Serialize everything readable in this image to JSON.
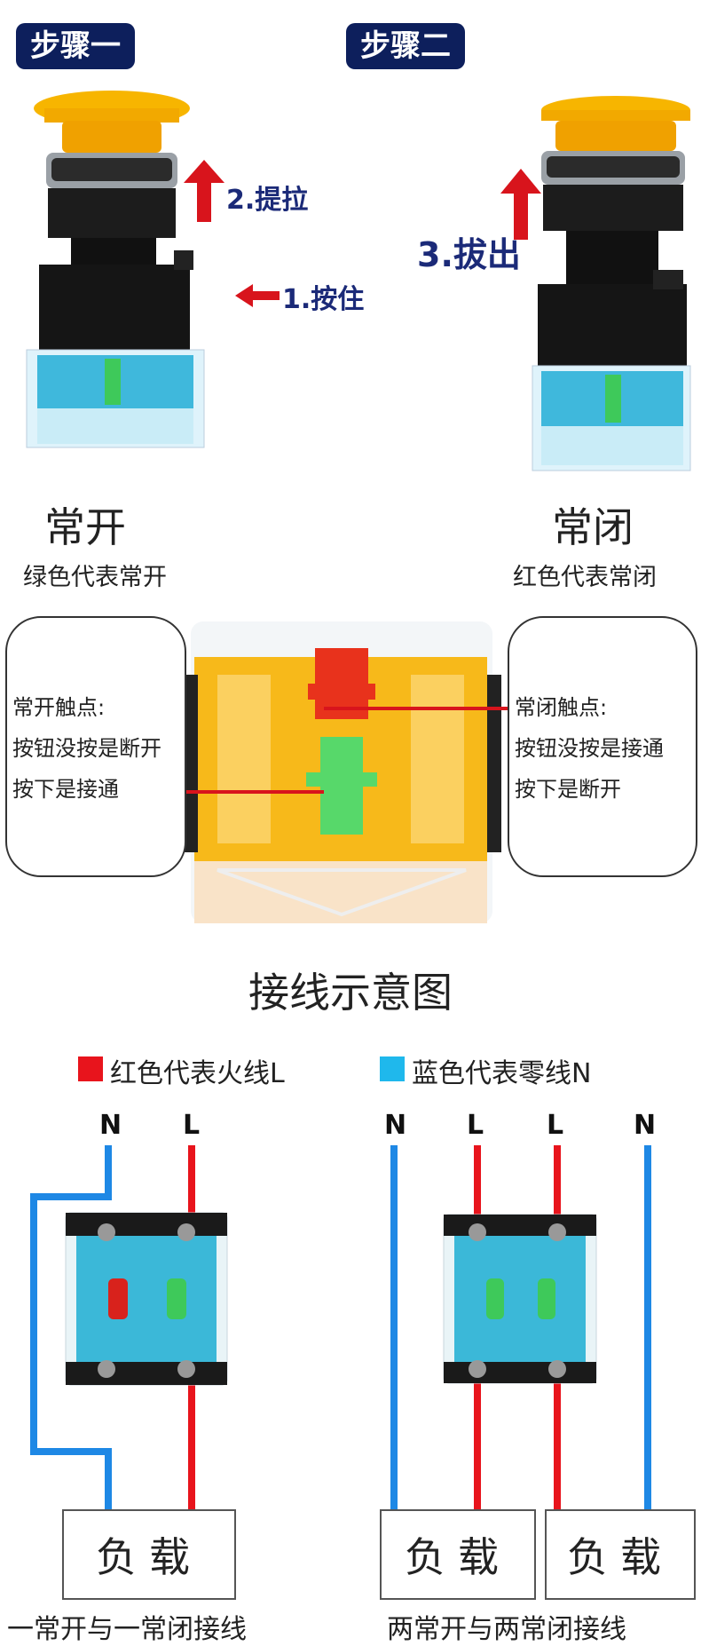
{
  "steps": {
    "step1": "步骤一",
    "step2": "步骤二",
    "action_press": "1.按住",
    "action_pull": "2.提拉",
    "action_remove": "3.拔出"
  },
  "contacts": {
    "no_title": "常开",
    "no_subtitle": "绿色代表常开",
    "nc_title": "常闭",
    "nc_subtitle": "红色代表常闭",
    "no_box": [
      "常开触点:",
      "按钮没按是断开",
      "按下是接通"
    ],
    "nc_box": [
      "常闭触点:",
      "按钮没按是接通",
      "按下是断开"
    ]
  },
  "wiring": {
    "title": "接线示意图",
    "legend_red": "红色代表火线L",
    "legend_blue": "蓝色代表零线N",
    "left_labels": [
      "N",
      "L"
    ],
    "right_labels": [
      "N",
      "L",
      "L",
      "N"
    ],
    "load": "负载",
    "caption_left": "一常开与一常闭接线",
    "caption_right": "两常开与两常闭接线"
  },
  "colors": {
    "live": "#e8141c",
    "neutral": "#1e88e5",
    "badge": "#0d1f5c",
    "button_yellow": "#f5b400",
    "module_blue": "#3bb8d8"
  }
}
